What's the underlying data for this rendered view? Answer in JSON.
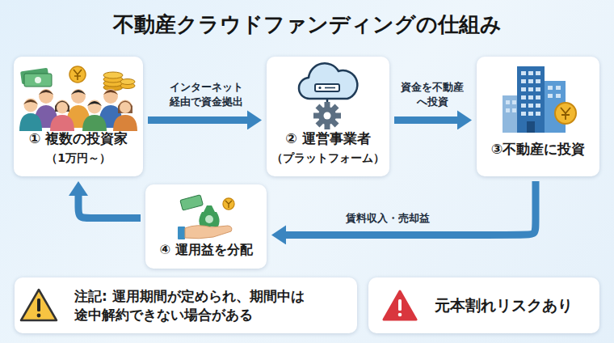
{
  "diagram": {
    "title": "不動産クラウドファンディングの仕組み",
    "nodes": [
      {
        "text": [
          "① 複数の投資家",
          "（1万円～）"
        ]
      },
      {
        "text": [
          "② 運営事業者",
          "（プラットフォーム）"
        ]
      },
      {
        "text": [
          "③不動産に投資"
        ]
      },
      {
        "text": [
          "④ 運用益を分配"
        ]
      },
      {
        "text": [
          "注記: 運用期間が定められ、期間中は 途中解約できない場合がある"
        ]
      },
      {
        "text": [
          "元本割れリスクあり"
        ]
      }
    ],
    "edges": [
      {
        "from": 0,
        "to": 1,
        "label": "インターネット 経由で資金拠出",
        "arrow": "to"
      },
      {
        "from": 1,
        "to": 2,
        "label": "資金を不動産 へ投資",
        "arrow": "to"
      },
      {
        "from": 2,
        "to": 3,
        "label": "賃料収入・売却益",
        "arrow": "to"
      },
      {
        "from": 3,
        "to": 0,
        "arrow": "to"
      }
    ]
  }
}
